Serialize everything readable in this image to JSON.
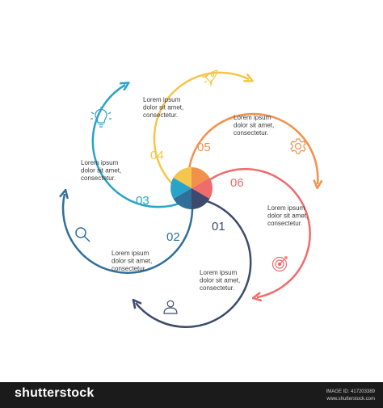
{
  "steps": [
    {
      "number": "01",
      "color": "#3e4a6b",
      "text": [
        "Lorem ipsum",
        "dolor sit amet,",
        "consectetur."
      ],
      "icon": "person-icon"
    },
    {
      "number": "02",
      "color": "#2f6f9a",
      "text": [
        "Lorem ipsum",
        "dolor sit amet,",
        "consectetur."
      ],
      "icon": "magnifier-icon"
    },
    {
      "number": "03",
      "color": "#2aa3c9",
      "text": [
        "Lorem ipsum",
        "dolor sit amet,",
        "consectetur."
      ],
      "icon": "lightbulb-icon"
    },
    {
      "number": "04",
      "color": "#f4c64b",
      "text": [
        "Lorem ipsum",
        "dolor sit amet,",
        "consectetur."
      ],
      "icon": "rocket-icon"
    },
    {
      "number": "05",
      "color": "#f2914c",
      "text": [
        "Lorem ipsum",
        "dolor sit amet,",
        "consectetur."
      ],
      "icon": "gear-icon"
    },
    {
      "number": "06",
      "color": "#f06b6b",
      "text": [
        "Lorem ipsum",
        "dolor sit amet,",
        "consectetur."
      ],
      "icon": "target-icon"
    }
  ],
  "footer": {
    "brand": "shutterstock",
    "image_id": "IMAGE ID: 417203389",
    "site": "www.shutterstock.com"
  }
}
